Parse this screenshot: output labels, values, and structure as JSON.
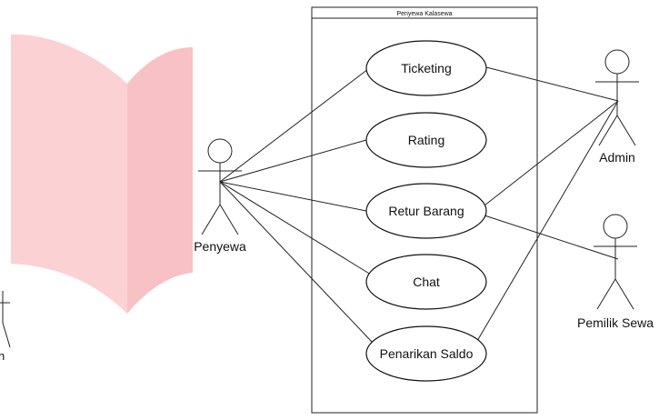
{
  "diagram": {
    "system_title": "Penyewa Kalasewa",
    "use_cases": [
      {
        "id": "ticketing",
        "label": "Ticketing"
      },
      {
        "id": "rating",
        "label": "Rating"
      },
      {
        "id": "retur",
        "label": "Retur Barang"
      },
      {
        "id": "chat",
        "label": "Chat"
      },
      {
        "id": "saldo",
        "label": "Penarikan Saldo"
      }
    ],
    "actors": {
      "penyewa": "Penyewa",
      "admin": "Admin",
      "pemilik": "Pemilik Sewa",
      "partial_left": "n"
    }
  },
  "colors": {
    "watermark": "#f9c9cc",
    "lines": "#222222"
  },
  "icons": {
    "background_watermark": "open-book-watermark"
  }
}
